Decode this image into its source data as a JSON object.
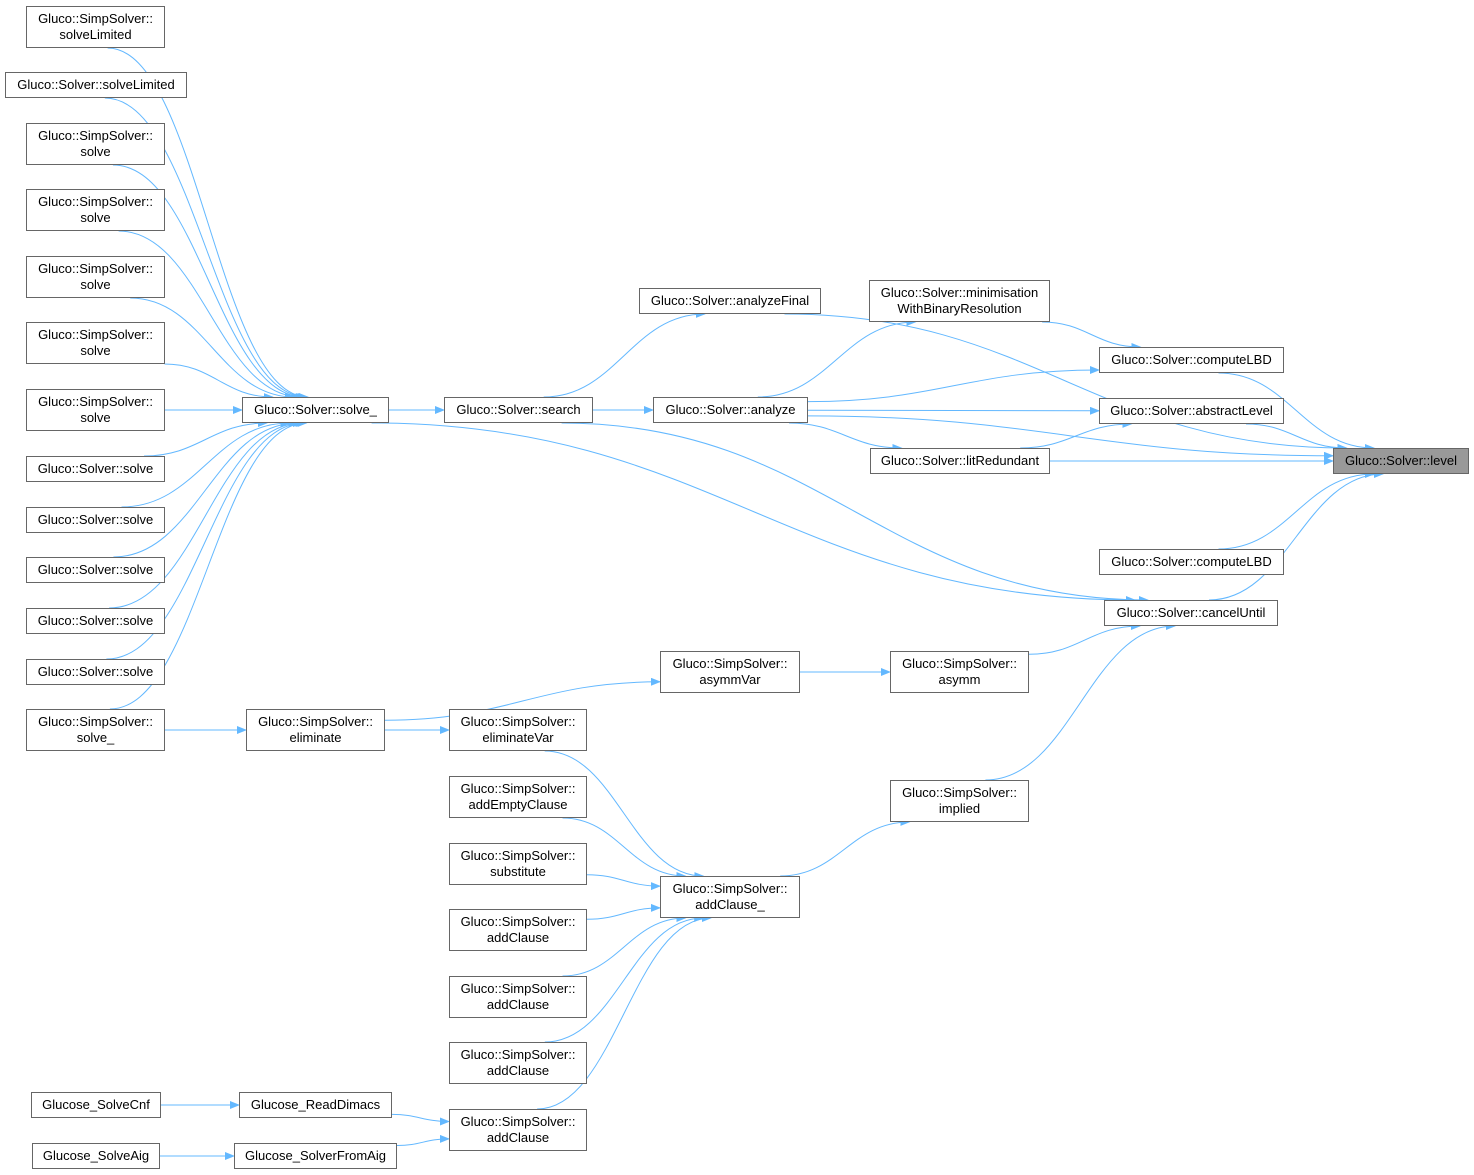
{
  "colors": {
    "edge": "#63b8ff",
    "node_border": "#666666",
    "focus_fill": "#999999"
  },
  "nodes": [
    {
      "id": "level",
      "label": "Gluco::Solver::level",
      "focus": true
    },
    {
      "id": "analyzeFinal",
      "label": "Gluco::Solver::analyzeFinal"
    },
    {
      "id": "minimisation",
      "label": "Gluco::Solver::minimisation\nWithBinaryResolution"
    },
    {
      "id": "computeLBD1",
      "label": "Gluco::Solver::computeLBD"
    },
    {
      "id": "abstractLevel",
      "label": "Gluco::Solver::abstractLevel"
    },
    {
      "id": "litRedundant",
      "label": "Gluco::Solver::litRedundant"
    },
    {
      "id": "computeLBD2",
      "label": "Gluco::Solver::computeLBD"
    },
    {
      "id": "cancelUntil",
      "label": "Gluco::Solver::cancelUntil"
    },
    {
      "id": "analyze",
      "label": "Gluco::Solver::analyze"
    },
    {
      "id": "search",
      "label": "Gluco::Solver::search"
    },
    {
      "id": "solve_main",
      "label": "Gluco::Solver::solve_"
    },
    {
      "id": "ss_solveLimited",
      "label": "Gluco::SimpSolver::\nsolveLimited"
    },
    {
      "id": "s_solveLimited",
      "label": "Gluco::Solver::solveLimited"
    },
    {
      "id": "ss_solve1",
      "label": "Gluco::SimpSolver::\nsolve"
    },
    {
      "id": "ss_solve2",
      "label": "Gluco::SimpSolver::\nsolve"
    },
    {
      "id": "ss_solve3",
      "label": "Gluco::SimpSolver::\nsolve"
    },
    {
      "id": "ss_solve4",
      "label": "Gluco::SimpSolver::\nsolve"
    },
    {
      "id": "ss_solve5",
      "label": "Gluco::SimpSolver::\nsolve"
    },
    {
      "id": "s_solve1",
      "label": "Gluco::Solver::solve"
    },
    {
      "id": "s_solve2",
      "label": "Gluco::Solver::solve"
    },
    {
      "id": "s_solve3",
      "label": "Gluco::Solver::solve"
    },
    {
      "id": "s_solve4",
      "label": "Gluco::Solver::solve"
    },
    {
      "id": "s_solve5",
      "label": "Gluco::Solver::solve"
    },
    {
      "id": "ss_solve_",
      "label": "Gluco::SimpSolver::\nsolve_"
    },
    {
      "id": "eliminate",
      "label": "Gluco::SimpSolver::\neliminate"
    },
    {
      "id": "asymmVar",
      "label": "Gluco::SimpSolver::\nasymmVar"
    },
    {
      "id": "asymm",
      "label": "Gluco::SimpSolver::\nasymm"
    },
    {
      "id": "eliminateVar",
      "label": "Gluco::SimpSolver::\neliminateVar"
    },
    {
      "id": "implied",
      "label": "Gluco::SimpSolver::\nimplied"
    },
    {
      "id": "addClause_",
      "label": "Gluco::SimpSolver::\naddClause_"
    },
    {
      "id": "addEmptyClause",
      "label": "Gluco::SimpSolver::\naddEmptyClause"
    },
    {
      "id": "substitute",
      "label": "Gluco::SimpSolver::\nsubstitute"
    },
    {
      "id": "addClause1",
      "label": "Gluco::SimpSolver::\naddClause"
    },
    {
      "id": "addClause2",
      "label": "Gluco::SimpSolver::\naddClause"
    },
    {
      "id": "addClause3",
      "label": "Gluco::SimpSolver::\naddClause"
    },
    {
      "id": "addClause4",
      "label": "Gluco::SimpSolver::\naddClause"
    },
    {
      "id": "readDimacs",
      "label": "Glucose_ReadDimacs"
    },
    {
      "id": "solveCnf",
      "label": "Glucose_SolveCnf"
    },
    {
      "id": "solverFromAig",
      "label": "Glucose_SolverFromAig"
    },
    {
      "id": "solveAig",
      "label": "Glucose_SolveAig"
    }
  ],
  "edges": [
    [
      "analyzeFinal",
      "level"
    ],
    [
      "minimisation",
      "computeLBD1"
    ],
    [
      "computeLBD1",
      "level"
    ],
    [
      "abstractLevel",
      "level"
    ],
    [
      "litRedundant",
      "level"
    ],
    [
      "litRedundant",
      "abstractLevel"
    ],
    [
      "analyze",
      "level"
    ],
    [
      "analyze",
      "computeLBD1"
    ],
    [
      "analyze",
      "abstractLevel"
    ],
    [
      "analyze",
      "litRedundant"
    ],
    [
      "analyze",
      "minimisation"
    ],
    [
      "computeLBD2",
      "level"
    ],
    [
      "cancelUntil",
      "level"
    ],
    [
      "search",
      "analyze"
    ],
    [
      "search",
      "analyzeFinal"
    ],
    [
      "search",
      "cancelUntil"
    ],
    [
      "solve_main",
      "search"
    ],
    [
      "solve_main",
      "cancelUntil"
    ],
    [
      "ss_solveLimited",
      "solve_main"
    ],
    [
      "s_solveLimited",
      "solve_main"
    ],
    [
      "ss_solve1",
      "solve_main"
    ],
    [
      "ss_solve2",
      "solve_main"
    ],
    [
      "ss_solve3",
      "solve_main"
    ],
    [
      "ss_solve4",
      "solve_main"
    ],
    [
      "ss_solve5",
      "solve_main"
    ],
    [
      "s_solve1",
      "solve_main"
    ],
    [
      "s_solve2",
      "solve_main"
    ],
    [
      "s_solve3",
      "solve_main"
    ],
    [
      "s_solve4",
      "solve_main"
    ],
    [
      "s_solve5",
      "solve_main"
    ],
    [
      "ss_solve_",
      "solve_main"
    ],
    [
      "ss_solve_",
      "eliminate"
    ],
    [
      "eliminate",
      "asymmVar"
    ],
    [
      "eliminate",
      "eliminateVar"
    ],
    [
      "asymmVar",
      "asymm"
    ],
    [
      "asymm",
      "cancelUntil"
    ],
    [
      "implied",
      "cancelUntil"
    ],
    [
      "addClause_",
      "implied"
    ],
    [
      "eliminateVar",
      "addClause_"
    ],
    [
      "addEmptyClause",
      "addClause_"
    ],
    [
      "substitute",
      "addClause_"
    ],
    [
      "addClause1",
      "addClause_"
    ],
    [
      "addClause2",
      "addClause_"
    ],
    [
      "addClause3",
      "addClause_"
    ],
    [
      "addClause4",
      "addClause_"
    ],
    [
      "readDimacs",
      "addClause4"
    ],
    [
      "solveCnf",
      "readDimacs"
    ],
    [
      "solverFromAig",
      "addClause4"
    ],
    [
      "solveAig",
      "solverFromAig"
    ]
  ]
}
